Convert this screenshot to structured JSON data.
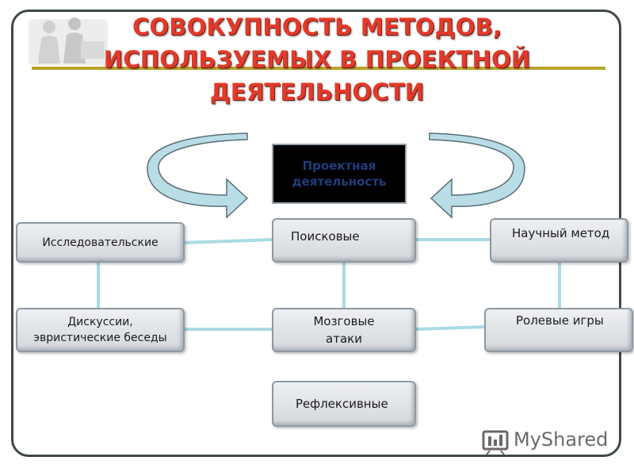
{
  "slide": {
    "title": "СОВОКУПНОСТЬ МЕТОДОВ, ИСПОЛЬЗУЕМЫХ В ПРОЕКТНОЙ ДЕЯТЕЛЬНОСТИ",
    "center_label": "Проектная деятельность"
  },
  "nodes": {
    "research": "Исследовательские",
    "search": "Поисковые",
    "scientific": "Научный метод",
    "discussions": "Дискуссии, эвристические беседы",
    "brainstorm": "Мозговые атаки",
    "roleplay": "Ролевые игры",
    "reflexive": "Рефлексивные"
  },
  "branding": {
    "logo_text": "MyShared"
  },
  "colors": {
    "title": "#e23a2a",
    "connector": "#a9dbe3",
    "arrow_fill": "#b9dde6",
    "frame": "#3e4a44",
    "title_underline": "#b8a22a"
  }
}
